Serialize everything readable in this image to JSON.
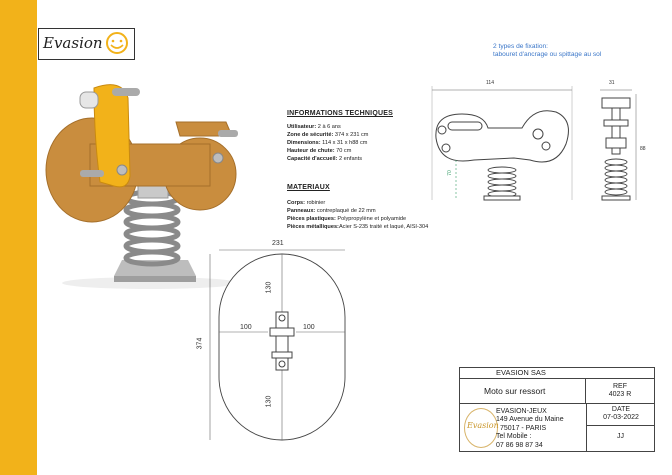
{
  "logo": {
    "text": "Evasion"
  },
  "technical": {
    "heading": "INFORMATIONS TECHNIQUES",
    "lines": [
      {
        "label": "Utilisateur:",
        "value": " 2 à 6 ans"
      },
      {
        "label": "Zone de sécurité:",
        "value": " 374 x 231 cm"
      },
      {
        "label": "Dimensions:",
        "value": " 114 x 31 x h88 cm"
      },
      {
        "label": "Hauteur de chute:",
        "value": " 70 cm"
      },
      {
        "label": "Capacité d'accueil:",
        "value": " 2 enfants"
      }
    ]
  },
  "materials": {
    "heading": "MATERIAUX",
    "lines": [
      {
        "label": "Corps:",
        "value": " robinier"
      },
      {
        "label": "Panneaux:",
        "value": " contreplaqué de 22 mm"
      },
      {
        "label": "Pièces plastiques:",
        "value": " Polypropylène et polyamide"
      },
      {
        "label": "Pièces  métalliques:",
        "value": "Acier S-235 traité et laqué, AISI-304"
      }
    ]
  },
  "fixation": {
    "line1": "2 types de fixation:",
    "line2": "tabouret d'ancrage ou spittage au sol"
  },
  "drawing": {
    "side_width": "114",
    "side_height": "70",
    "front_width": "31",
    "front_height": "88",
    "zone_width": "231",
    "zone_height": "374",
    "top_offset": "130",
    "bottom_offset": "130",
    "left_offset": "100",
    "right_offset": "100"
  },
  "title_block": {
    "company": "EVASION SAS",
    "product": "Moto sur ressort",
    "ref_label": "REF",
    "ref_value": "4023 R",
    "address_name": "EVASION-JEUX",
    "address_street": "149 Avenue du Maine",
    "address_city": "75017 - PARIS",
    "phone_label": "Tel Mobile :",
    "phone_value": "07 86 98 87 34",
    "date_label": "DATE",
    "date_value": "07-03-2022",
    "initials": "JJ",
    "stamp_logo": "Evasion"
  },
  "colors": {
    "sidebar": "#f2b21a",
    "wood": "#c98d3e",
    "yellow": "#f2b21a",
    "blue_text": "#3a76c8"
  }
}
